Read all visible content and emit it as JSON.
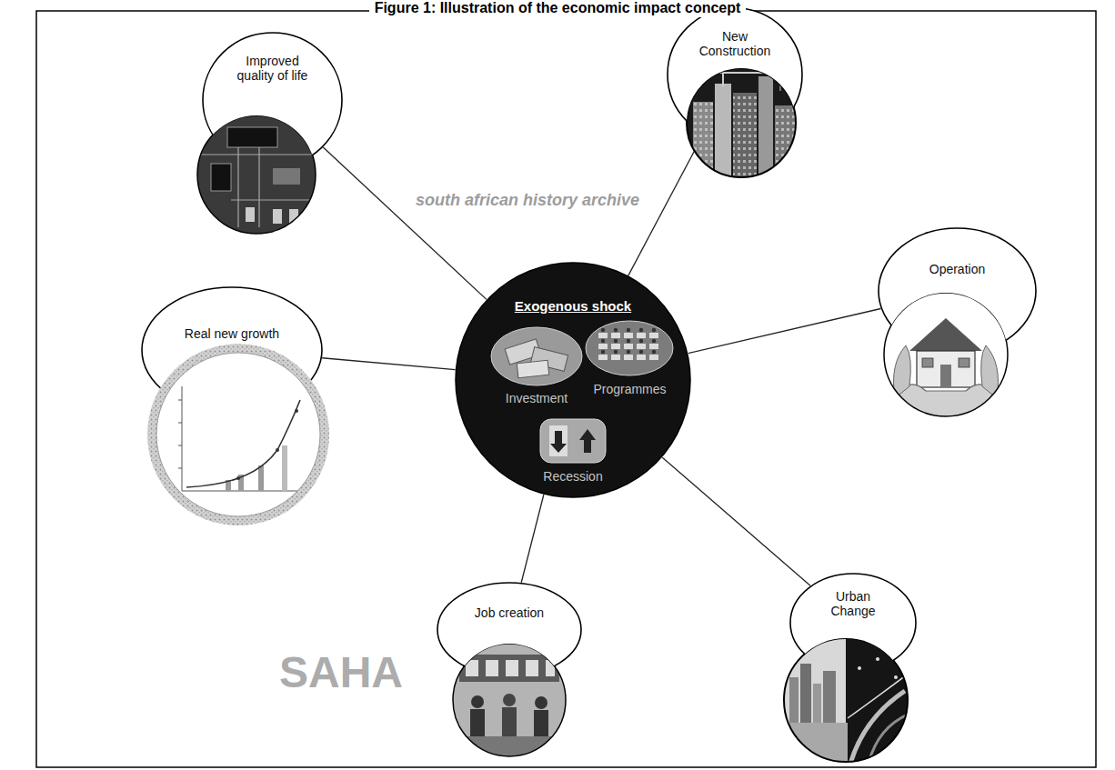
{
  "diagram": {
    "title": "Figure 1: Illustration of the economic impact concept",
    "nodes": [
      {
        "text": [
          "Exogenous shock"
        ]
      },
      {
        "text": [
          "Investment"
        ],
        "in": 0
      },
      {
        "text": [
          "Programmes"
        ],
        "in": 0
      },
      {
        "text": [
          "Recession"
        ],
        "in": 0
      },
      {
        "text": [
          "New Construction"
        ]
      },
      {
        "text": [
          "Operation"
        ]
      },
      {
        "text": [
          "Urban Change"
        ]
      },
      {
        "text": [
          "Job creation"
        ]
      },
      {
        "text": [
          "Real new growth"
        ]
      },
      {
        "text": [
          "Improved quality of life"
        ]
      }
    ],
    "edges": [
      {
        "from": 0,
        "to": 4,
        "arrow": "none"
      },
      {
        "from": 0,
        "to": 5,
        "arrow": "none"
      },
      {
        "from": 0,
        "to": 6,
        "arrow": "none"
      },
      {
        "from": 0,
        "to": 7,
        "arrow": "none"
      },
      {
        "from": 0,
        "to": 8,
        "arrow": "none"
      },
      {
        "from": 0,
        "to": 9,
        "arrow": "none"
      }
    ],
    "labels": [
      "south african history archive",
      "SAHA"
    ]
  }
}
